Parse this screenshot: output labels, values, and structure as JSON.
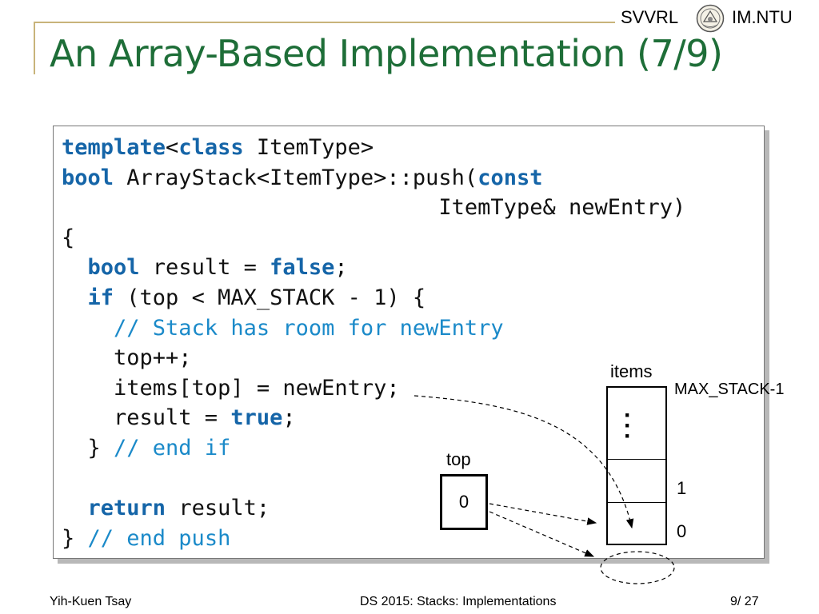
{
  "header": {
    "brand_left": "SVVRL",
    "brand_right": "IM.NTU",
    "seal_icon": "university-seal"
  },
  "slide": {
    "title": "An Array-Based Implementation (7/9)"
  },
  "code": {
    "lines": [
      [
        {
          "t": "template",
          "k": "kw"
        },
        {
          "t": "<",
          "k": ""
        },
        {
          "t": "class",
          "k": "kw"
        },
        {
          "t": " ItemType>",
          "k": ""
        }
      ],
      [
        {
          "t": "bool",
          "k": "kw"
        },
        {
          "t": " ArrayStack<ItemType>::push(",
          "k": ""
        },
        {
          "t": "const",
          "k": "kw"
        }
      ],
      [
        {
          "t": "                             ItemType& newEntry)",
          "k": ""
        }
      ],
      [
        {
          "t": "{",
          "k": ""
        }
      ],
      [
        {
          "t": "  ",
          "k": ""
        },
        {
          "t": "bool",
          "k": "kw"
        },
        {
          "t": " result = ",
          "k": ""
        },
        {
          "t": "false",
          "k": "kw"
        },
        {
          "t": ";",
          "k": ""
        }
      ],
      [
        {
          "t": "  ",
          "k": ""
        },
        {
          "t": "if",
          "k": "kw"
        },
        {
          "t": " (top < MAX_STACK - 1) {",
          "k": ""
        }
      ],
      [
        {
          "t": "    ",
          "k": ""
        },
        {
          "t": "// Stack has room for newEntry",
          "k": "cm"
        }
      ],
      [
        {
          "t": "    top++;",
          "k": ""
        }
      ],
      [
        {
          "t": "    items[top] = newEntry;",
          "k": ""
        }
      ],
      [
        {
          "t": "    result = ",
          "k": ""
        },
        {
          "t": "true",
          "k": "kw"
        },
        {
          "t": ";",
          "k": ""
        }
      ],
      [
        {
          "t": "  } ",
          "k": ""
        },
        {
          "t": "// end if",
          "k": "cm"
        }
      ],
      [
        {
          "t": "",
          "k": ""
        }
      ],
      [
        {
          "t": "  ",
          "k": ""
        },
        {
          "t": "return",
          "k": "kw"
        },
        {
          "t": " result;",
          "k": ""
        }
      ],
      [
        {
          "t": "} ",
          "k": ""
        },
        {
          "t": "// end push",
          "k": "cm"
        }
      ]
    ]
  },
  "diagram": {
    "items_label": "items",
    "max_label": "MAX_STACK-1",
    "ellipsis": "…",
    "index_1": "1",
    "index_0": "0",
    "top_label": "top",
    "top_value": "0"
  },
  "footer": {
    "author": "Yih-Kuen Tsay",
    "course": "DS 2015: Stacks: Implementations",
    "page_current": "9",
    "page_total": "/ 27"
  }
}
